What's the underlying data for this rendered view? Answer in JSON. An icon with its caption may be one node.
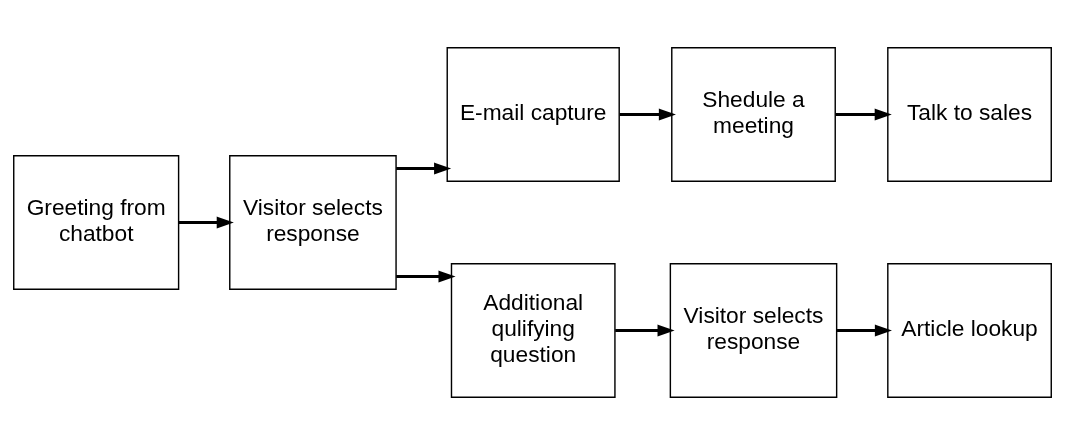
{
  "diagram": {
    "nodes": [
      {
        "text": [
          "Greeting from chatbot"
        ]
      },
      {
        "text": [
          "Visitor selects response"
        ]
      },
      {
        "text": [
          "E-mail capture"
        ]
      },
      {
        "text": [
          "Shedule a meeting"
        ]
      },
      {
        "text": [
          "Talk to sales"
        ]
      },
      {
        "text": [
          "Additional qulifying question"
        ]
      },
      {
        "text": [
          "Visitor selects response"
        ]
      },
      {
        "text": [
          "Article lookup"
        ]
      }
    ],
    "edges": [
      {
        "from": 0,
        "to": 1,
        "arrow": "to"
      },
      {
        "from": 1,
        "to": 2,
        "arrow": "to"
      },
      {
        "from": 2,
        "to": 3,
        "arrow": "to"
      },
      {
        "from": 3,
        "to": 4,
        "arrow": "to"
      },
      {
        "from": 1,
        "to": 5,
        "arrow": "to"
      },
      {
        "from": 5,
        "to": 6,
        "arrow": "to"
      },
      {
        "from": 6,
        "to": 7,
        "arrow": "to"
      }
    ]
  }
}
